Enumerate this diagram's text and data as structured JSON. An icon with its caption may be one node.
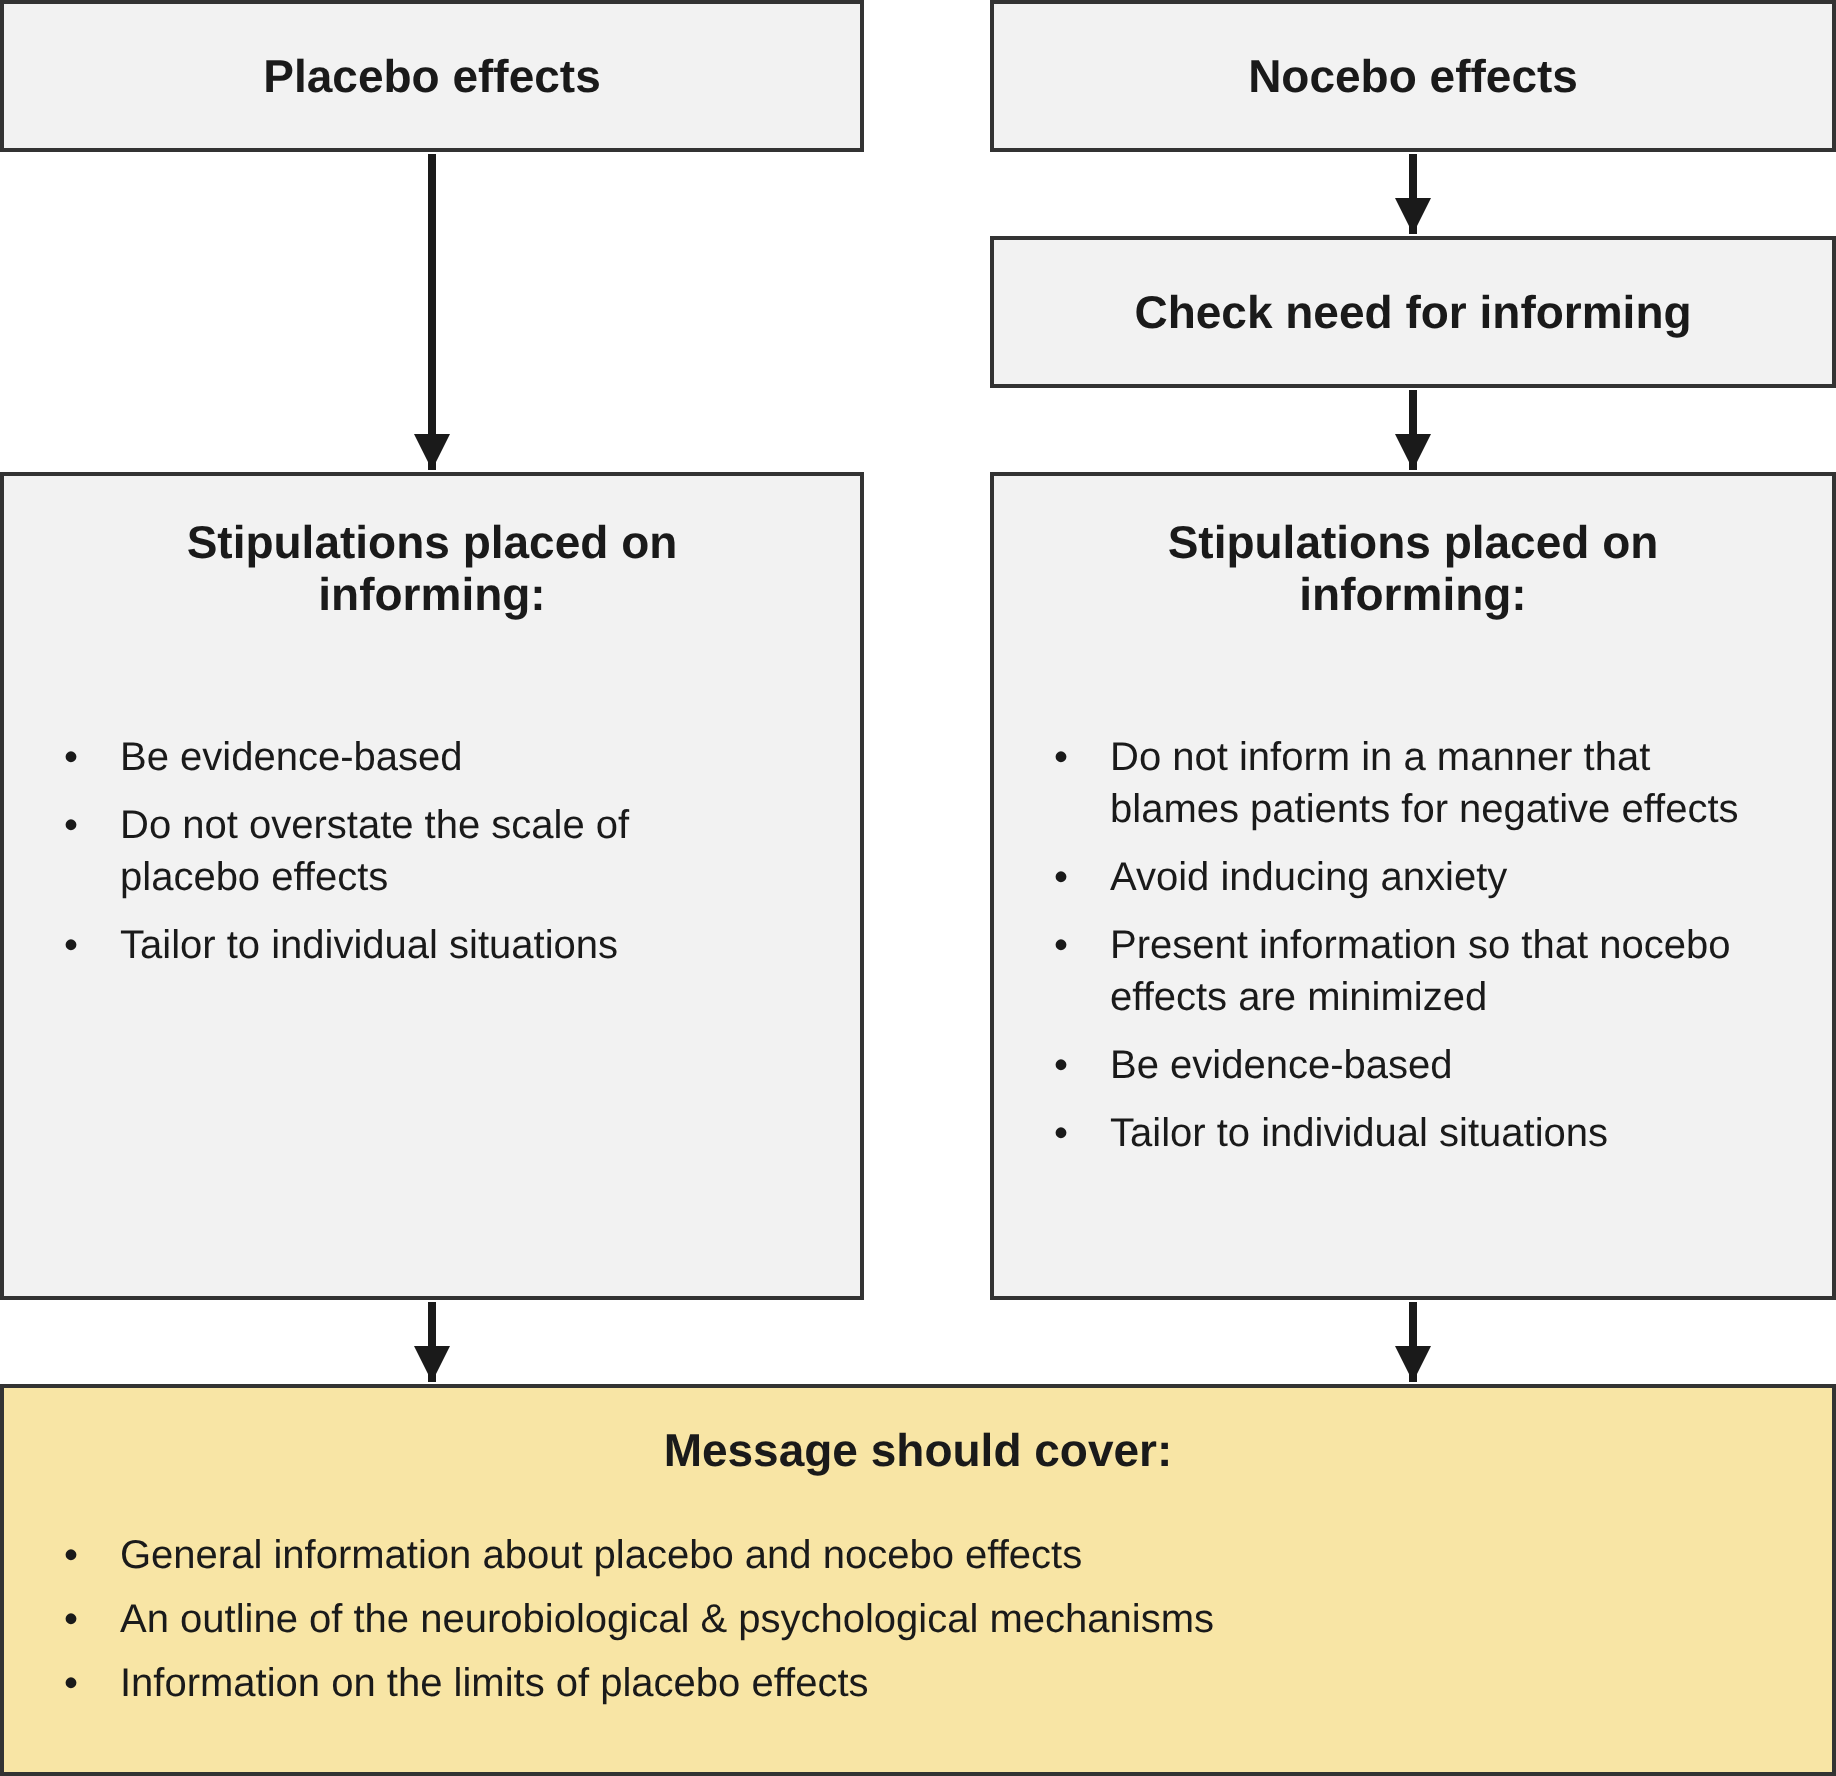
{
  "diagram": {
    "nodes": [
      {
        "text": [
          "Placebo effects"
        ]
      },
      {
        "text": [
          "Nocebo effects"
        ]
      },
      {
        "text": [
          "Check need for informing"
        ]
      },
      {
        "text": [
          "Stipulations placed on informing:",
          "Be evidence-based",
          "Do not overstate the scale of placebo effects",
          "Tailor to individual situations"
        ]
      },
      {
        "text": [
          "Stipulations placed on informing:",
          "Do not inform in a manner that blames patients for negative effects",
          "Avoid inducing anxiety",
          "Present information so that nocebo effects are minimized",
          "Be evidence-based",
          "Tailor to individual situations"
        ]
      },
      {
        "text": [
          "Message should cover:",
          "General information about placebo and nocebo effects",
          "An outline of the neurobiological & psychological mechanisms",
          "Information on the limits of placebo effects"
        ]
      }
    ],
    "edges": [
      {
        "from": 0,
        "to": 3,
        "arrow": "to"
      },
      {
        "from": 1,
        "to": 2,
        "arrow": "to"
      },
      {
        "from": 2,
        "to": 4,
        "arrow": "to"
      },
      {
        "from": 3,
        "to": 5,
        "arrow": "to"
      },
      {
        "from": 4,
        "to": 5,
        "arrow": "to"
      }
    ],
    "labels": [
      "•",
      "•",
      "•",
      "•",
      "•",
      "•",
      "•",
      "•",
      "•",
      "•",
      "•"
    ]
  }
}
